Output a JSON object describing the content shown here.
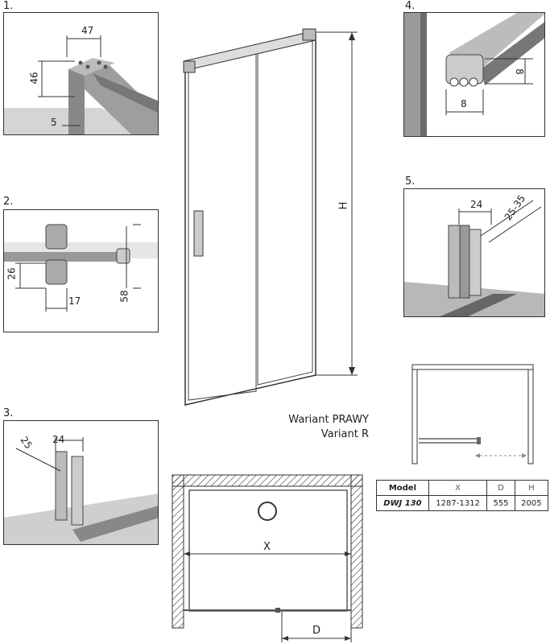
{
  "panels": [
    {
      "label": "1.",
      "dims": [
        "47",
        "46",
        "5"
      ]
    },
    {
      "label": "2.",
      "dims": [
        "26",
        "17",
        "58"
      ]
    },
    {
      "label": "3.",
      "dims": [
        "25",
        "24"
      ]
    },
    {
      "label": "4.",
      "dims": [
        "8",
        "8"
      ]
    },
    {
      "label": "5.",
      "dims": [
        "24",
        "25-35"
      ]
    }
  ],
  "main_drawing": {
    "height_label": "H"
  },
  "variant": {
    "line1": "Wariant PRAWY",
    "line2": "Variant R"
  },
  "plan": {
    "x_label": "X",
    "d_label": "D"
  },
  "spec_table": {
    "headers": [
      "Model",
      "X",
      "D",
      "H"
    ],
    "rows": [
      [
        "DWJ 130",
        "1287-1312",
        "555",
        "2005"
      ]
    ]
  }
}
